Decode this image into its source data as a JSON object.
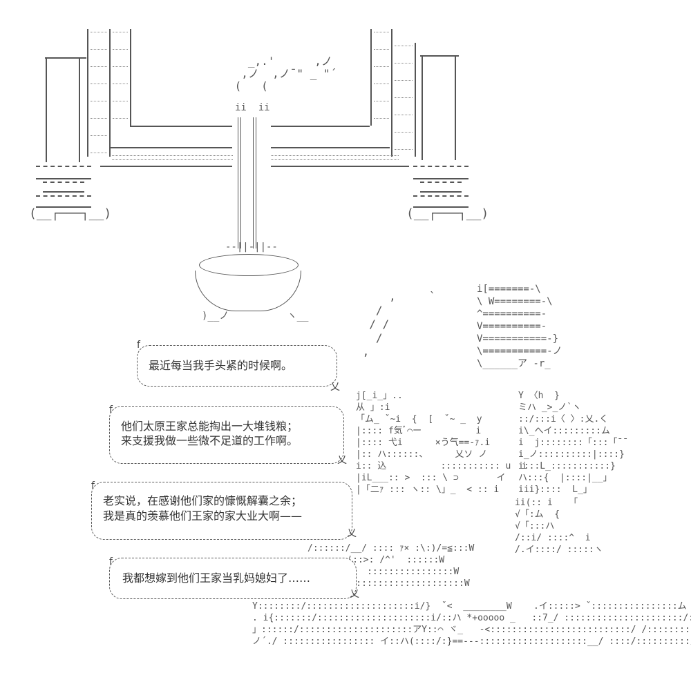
{
  "scene": {
    "description": "ASCII art comic panel: factory/palace building with chimney smoke, cauldron, and a character speaking",
    "art_glyphs": {
      "smoke": "(  (  ii  ii",
      "cauldron_rim": "--||-||--",
      "hat_lines": [
        "i[=======-\\",
        "\\ W========-\\",
        "^==========-",
        "V==========-",
        "V===========-}",
        "\\===========-ノ",
        "\\______ア -r_"
      ],
      "face_lines": [
        "j[_i_」..",
        "从 」:i",
        "「ム_ ˇ~i  {  [  ˇ~ _  y",
        "|:::: f気ﾞ⌒ー          i",
        "|:::: 弋i      ×う气==-ｧ.i",
        "|:: ハ::::::、     乂ソ ノ",
        "i:: 込          ::::::::::: u  i",
        "|iL___:: >  ::: \\ ⊃       イ",
        "|「二ｧ ::: ヽ:: \\」_  < :: i",
        "ii(:: i   「",
        "√「:ム  {",
        "√「:::ハ",
        "/::i/ ::::^  i",
        "/.イ::::/ :::::ヽ"
      ],
      "body_lines": [
        "/::::::/__/ :::: ｧ× :\\:)/=≦:::W",
        "ヽ:::: ノ::>: /^'  ::::::W",
        "|_/^⌒'''   ::::::::::::::::W",
        "乂ヽ::i)、::::::::::::::::::::W",
        "Y::::::::/::::::::::::::::::::i/}  ˇ<  ________W    .イ:::::> ˇ::::::::::::::::ム",
        ". i{:::::::/:::::::::::::::::::::i/::ハ *+ooooo _   ::7_/ ::::::::::::::::::::::/:::::::ハ",
        "」::::::/:::::::::::::::::::::アY::⌒ ヾ_   -<::::::::::::::::::::::::::/ /::::::::: }",
        "ノ´./ ::::::::::::::::: イ::ハ(::::/:}==---::::::::::::::::::::__/ ::::/::::::::::/"
      ]
    }
  },
  "dialogue": [
    {
      "id": 1,
      "lines": [
        "最近每当我手头紧的时候啊。"
      ]
    },
    {
      "id": 2,
      "lines": [
        "他们太原王家总能掏出一大堆钱粮；",
        "来支援我做一些微不足道的工作啊。"
      ]
    },
    {
      "id": 3,
      "lines": [
        "老实说，在感谢他们家的慷慨解囊之余；",
        "我是真的羡慕他们王家的家大业大啊——"
      ]
    },
    {
      "id": 4,
      "lines": [
        "我都想嫁到他们王家当乳妈媳妇了……"
      ]
    }
  ],
  "bubble_marks": {
    "start": "f",
    "end": "乂"
  }
}
